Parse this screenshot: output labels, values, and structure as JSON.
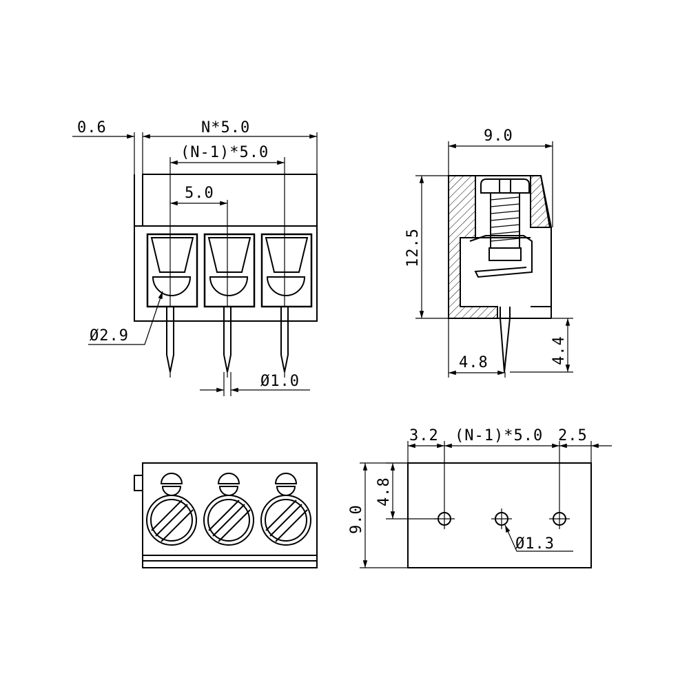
{
  "front_view": {
    "dims": {
      "offset": "0.6",
      "overall_width": "N*5.0",
      "pitch_span": "(N-1)*5.0",
      "pitch": "5.0",
      "hole_dia": "Ø2.9",
      "pin_dia": "Ø1.0"
    }
  },
  "side_view": {
    "dims": {
      "depth": "9.0",
      "height": "12.5",
      "pin_offset": "4.8",
      "pin_length": "4.4"
    }
  },
  "footprint_view": {
    "dims": {
      "left_margin": "3.2",
      "pitch_span": "(N-1)*5.0",
      "right_margin": "2.5",
      "hole_row": "4.8",
      "depth": "9.0",
      "hole_dia": "Ø1.3"
    }
  }
}
